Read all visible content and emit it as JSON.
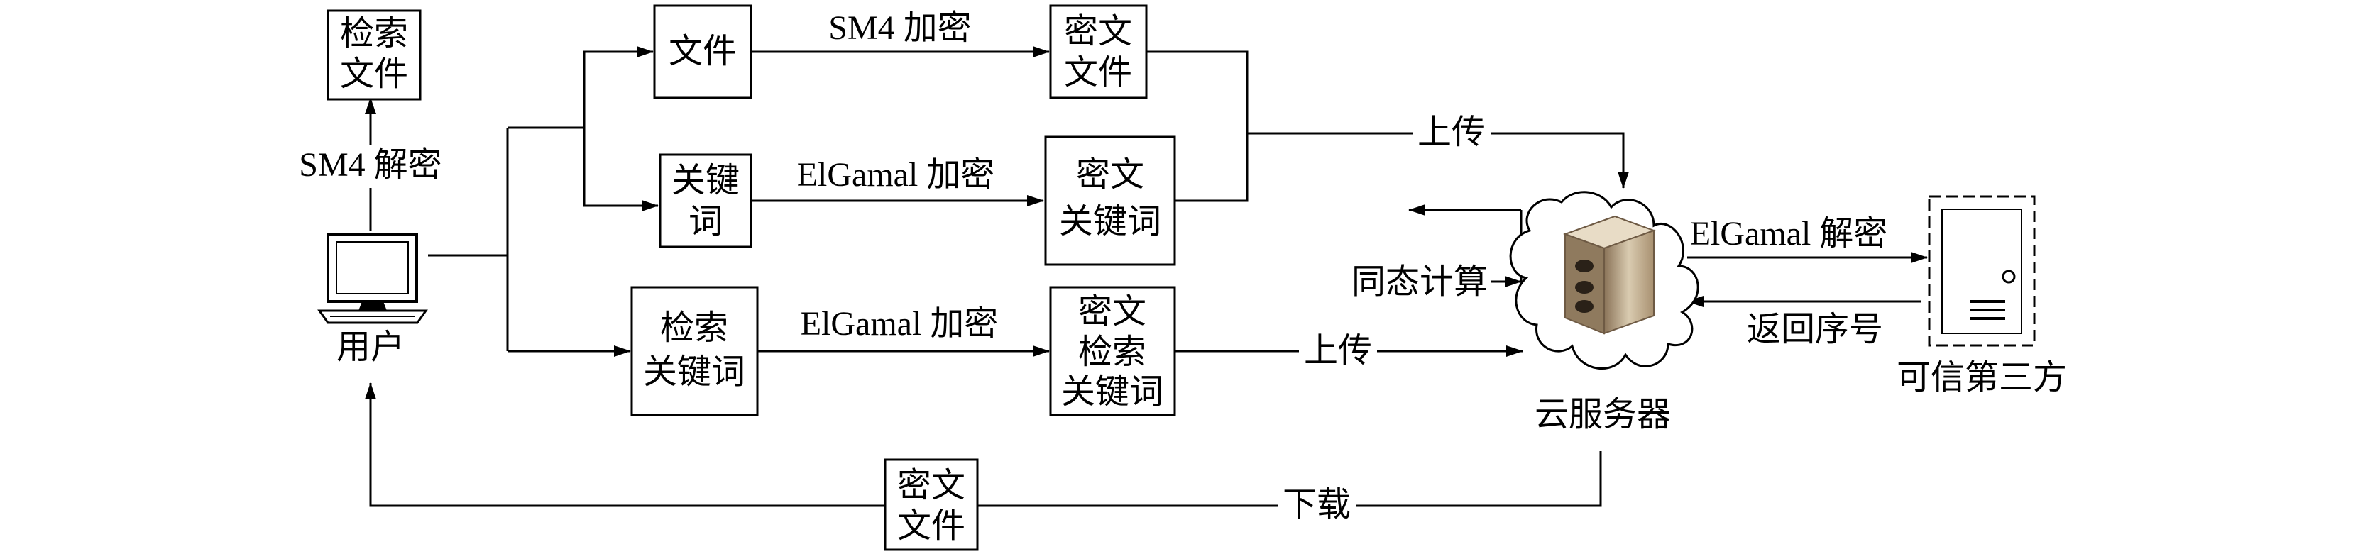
{
  "nodes": {
    "search_file": [
      "检索",
      "文件"
    ],
    "user": "用户",
    "file": "文件",
    "cipher_file_top": [
      "密文",
      "文件"
    ],
    "keyword": [
      "关键",
      "词"
    ],
    "cipher_keyword": [
      "密文",
      "关键词"
    ],
    "search_keyword": [
      "检索",
      "关键词"
    ],
    "cipher_search_keyword": [
      "密文",
      "检索",
      "关键词"
    ],
    "cloud_server": "云服务器",
    "trusted_third_party": "可信第三方",
    "download_cipher_file": [
      "密文",
      "文件"
    ]
  },
  "edges": {
    "sm4_decrypt": "SM4 解密",
    "sm4_encrypt": "SM4 加密",
    "elgamal_encrypt_kw": "ElGamal 加密",
    "elgamal_encrypt_search": "ElGamal 加密",
    "upload_top": "上传",
    "upload_search": "上传",
    "homomorphic": "同态计算",
    "elgamal_decrypt": "ElGamal 解密",
    "return_index": "返回序号",
    "download": "下载"
  },
  "colors": {
    "stroke": "#000000",
    "background": "#ffffff",
    "server_body": "#c8b89c",
    "server_dark": "#6e5a44"
  }
}
